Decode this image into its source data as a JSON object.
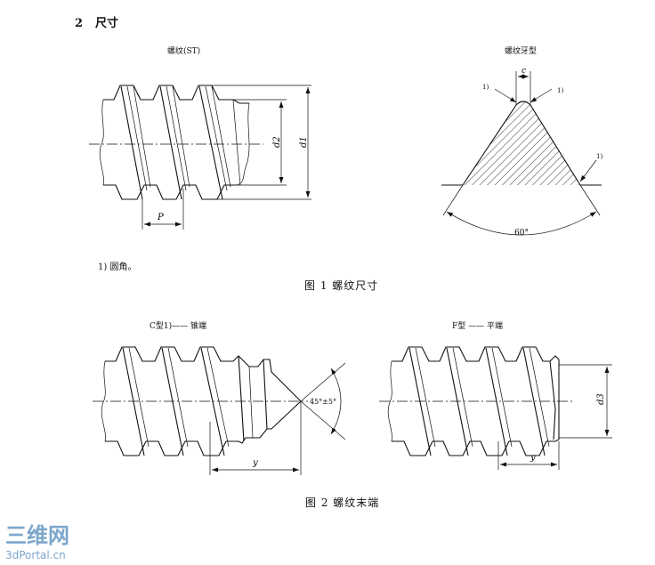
{
  "section": {
    "number": "2",
    "title": "尺寸"
  },
  "figure1": {
    "thread_title": "螺纹(ST)",
    "profile_title": "螺纹牙型",
    "label_P": "P",
    "label_d2": "d2",
    "label_d1": "d1",
    "label_c": "c",
    "label_note_ref": "1)",
    "label_angle": "60°",
    "footnote": "1) 圆角。",
    "caption": "图 1   螺纹尺寸"
  },
  "figure2": {
    "typeC_title": "C型1)—— 锥端",
    "typeF_title": "F型 —— 平端",
    "label_angle": "45°±5°",
    "label_y_c": "y",
    "label_y_f": "y",
    "label_d3": "d3",
    "caption": "图 2   螺纹末端"
  },
  "watermark": {
    "logo": "三维网",
    "url": "3dPortal.cn"
  },
  "colors": {
    "line": "#111111",
    "watermark": "#7da6cc"
  }
}
